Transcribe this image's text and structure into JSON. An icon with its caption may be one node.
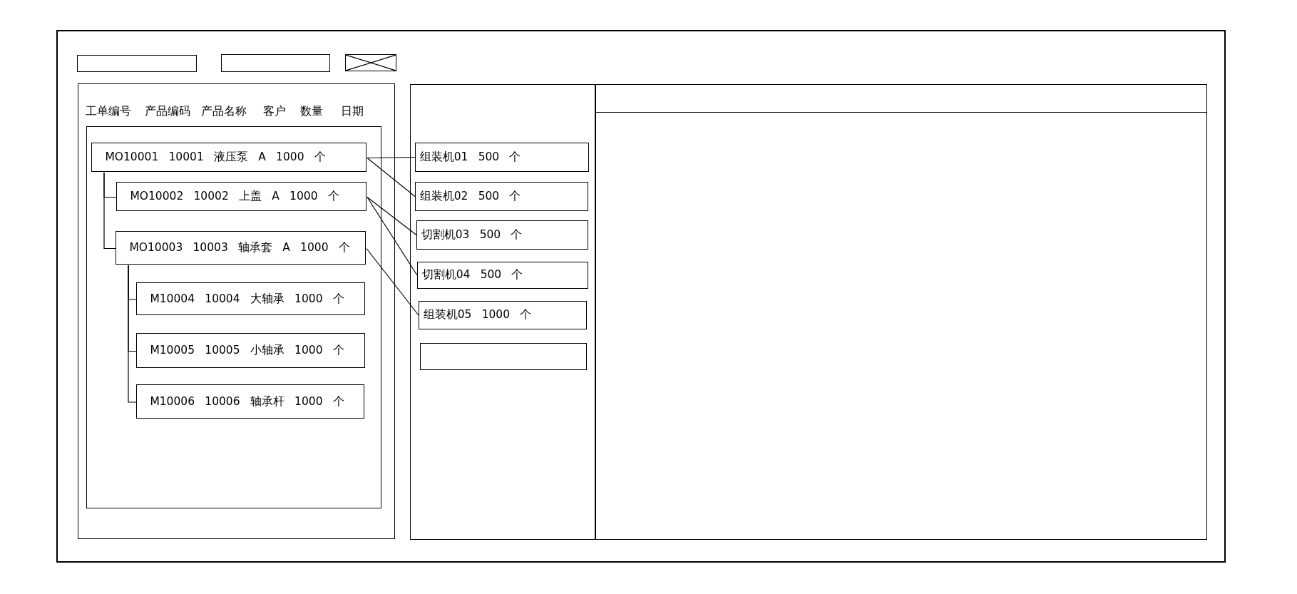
{
  "diagram": {
    "nodes": [
      {
        "text": [],
        "shape": "box"
      },
      {
        "text": [],
        "shape": "box"
      },
      {
        "text": [],
        "shape": "picture"
      },
      {
        "text": [],
        "shape": "box"
      },
      {
        "text": [],
        "shape": "box",
        "in": 3
      },
      {
        "text": [
          "MO10001 10001 液压泵 A 1000 个"
        ],
        "in": 4
      },
      {
        "text": [
          "MO10002 10002 上盖 A 1000 个"
        ],
        "in": 4
      },
      {
        "text": [
          "MO10003 10003 轴承套 A 1000 个"
        ],
        "in": 4
      },
      {
        "text": [
          "M10004 10004 大轴承 1000 个"
        ],
        "in": 4
      },
      {
        "text": [
          "M10005 10005 小轴承 1000 个"
        ],
        "in": 4
      },
      {
        "text": [
          "M10006 10006 轴承杆 1000 个"
        ],
        "in": 4
      },
      {
        "text": [],
        "shape": "box"
      },
      {
        "text": [
          "组装机01 500 个"
        ],
        "in": 11
      },
      {
        "text": [
          "组装机02 500 个"
        ],
        "in": 11
      },
      {
        "text": [
          "切割机03 500 个"
        ],
        "in": 11
      },
      {
        "text": [
          "切割机04 500 个"
        ],
        "in": 11
      },
      {
        "text": [
          "组装机05 1000 个"
        ],
        "in": 11
      },
      {
        "text": [],
        "shape": "box",
        "in": 11
      },
      {
        "text": [],
        "shape": "box"
      }
    ],
    "edges": [
      {
        "from": 5,
        "to": 6,
        "arrow": "none"
      },
      {
        "from": 5,
        "to": 7,
        "arrow": "none"
      },
      {
        "from": 7,
        "to": 8,
        "arrow": "none"
      },
      {
        "from": 7,
        "to": 9,
        "arrow": "none"
      },
      {
        "from": 7,
        "to": 10,
        "arrow": "none"
      },
      {
        "from": 5,
        "to": 12,
        "arrow": "none"
      },
      {
        "from": 5,
        "to": 13,
        "arrow": "none"
      },
      {
        "from": 6,
        "to": 14,
        "arrow": "none"
      },
      {
        "from": 6,
        "to": 15,
        "arrow": "none"
      },
      {
        "from": 7,
        "to": 16,
        "arrow": "none"
      }
    ],
    "labels": [
      "工单编号",
      "产品编码",
      "产品名称",
      "客户",
      "数量",
      "日期"
    ]
  }
}
